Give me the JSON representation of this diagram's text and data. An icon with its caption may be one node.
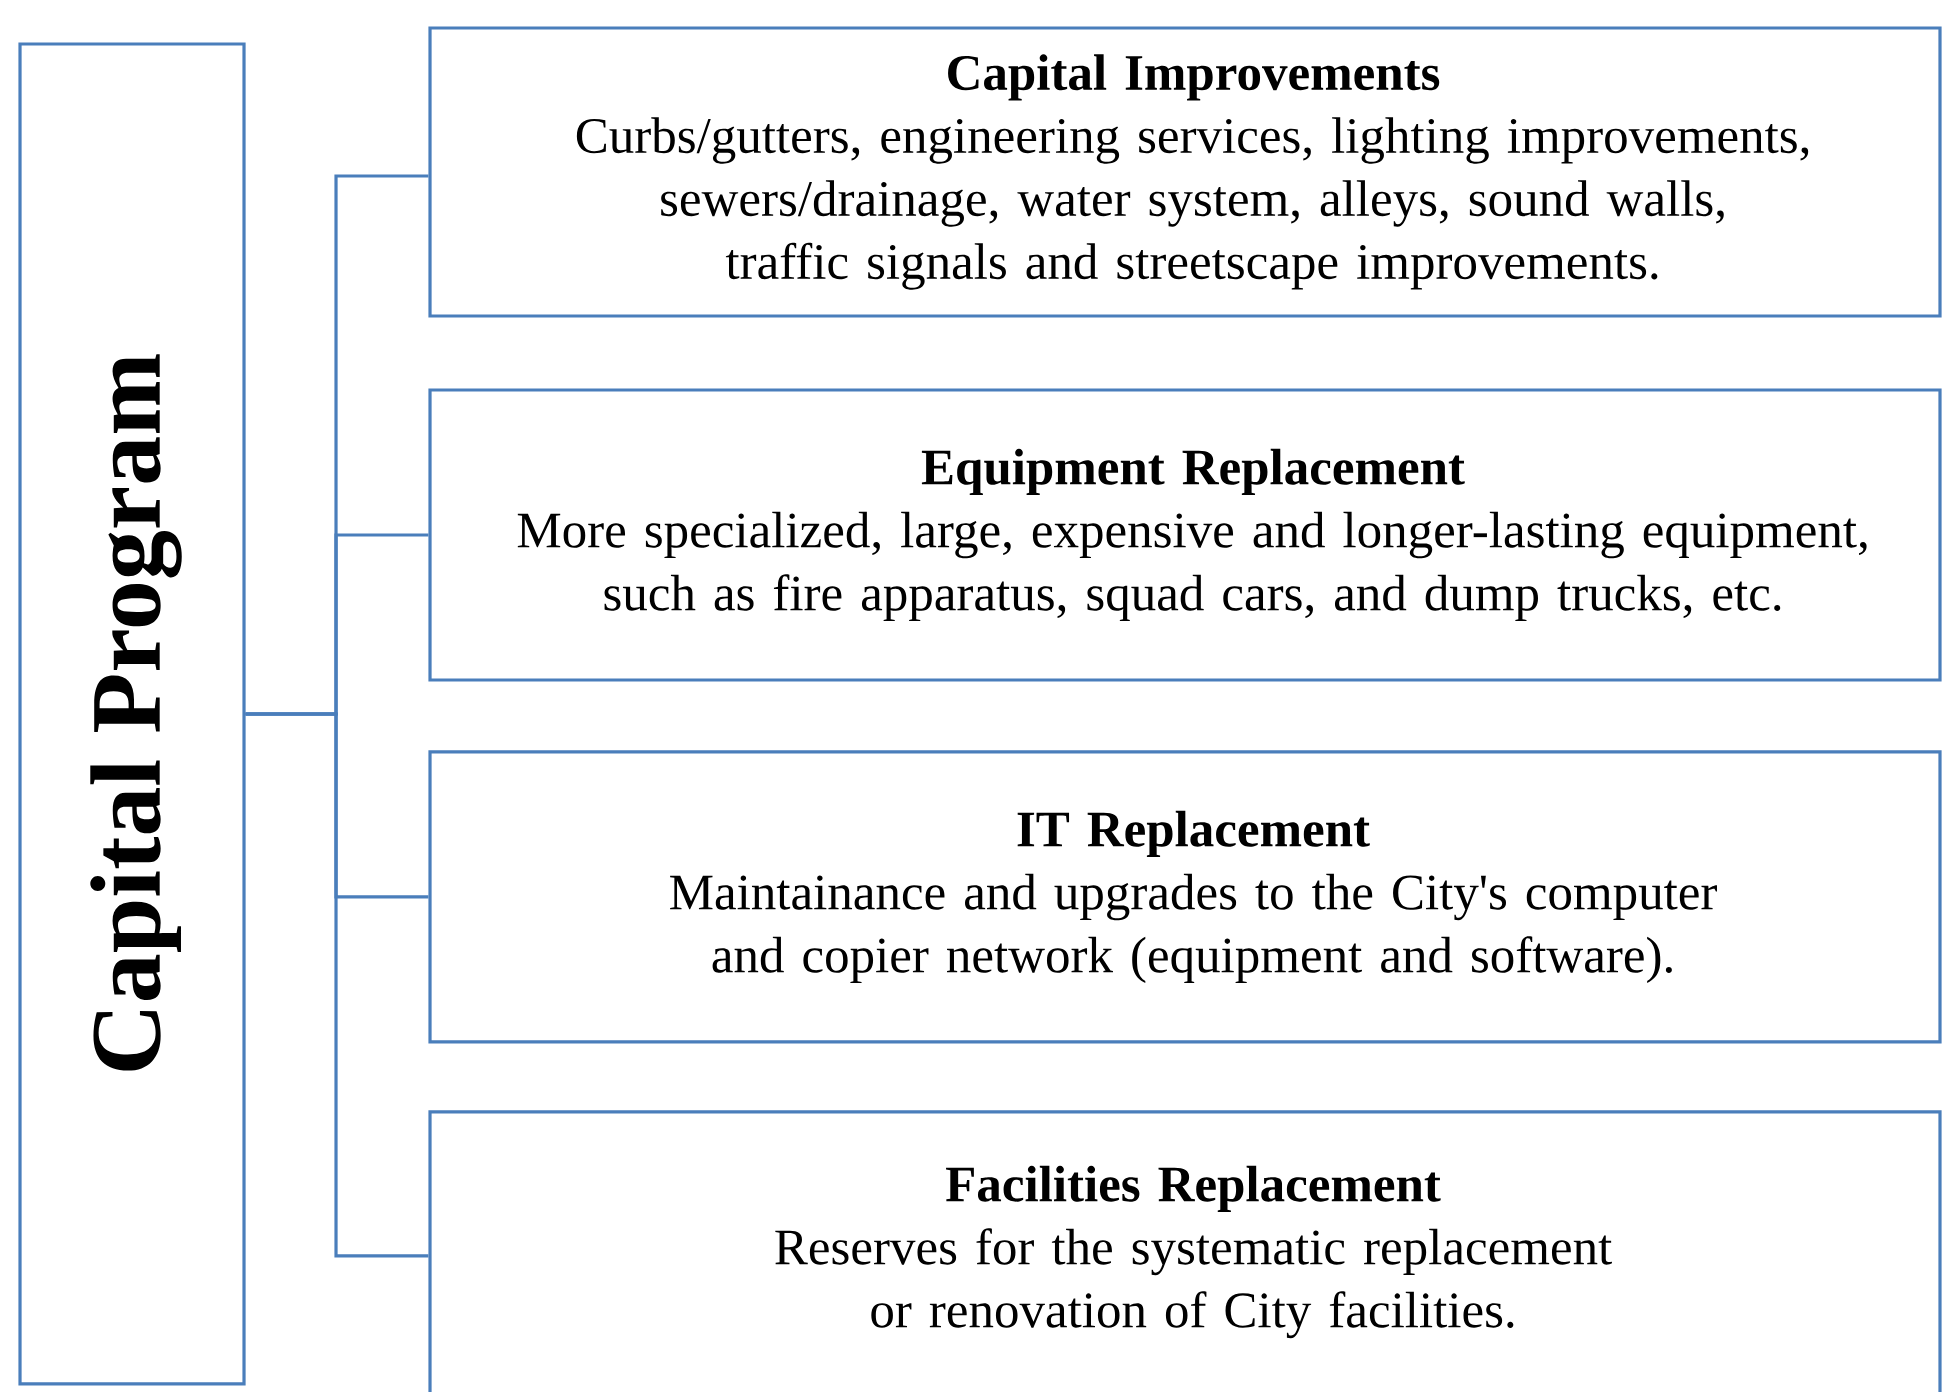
{
  "diagram": {
    "nodes": [
      {
        "text": [
          "Capital Program"
        ]
      },
      {
        "text": [
          "Capital Improvements",
          "Curbs/gutters, engineering services, lighting improvements, sewers/drainage, water system, alleys, sound walls, traffic signals and streetscape improvements."
        ]
      },
      {
        "text": [
          "Equipment Replacement",
          "More specialized, large, expensive and longer-lasting equipment, such as fire apparatus, squad cars, and dump trucks, etc."
        ]
      },
      {
        "text": [
          "IT Replacement",
          "Maintainance and upgrades to the City's computer and copier network (equipment and software)."
        ]
      },
      {
        "text": [
          "Facilities Replacement",
          "Reserves for the systematic replacement or renovation of City facilities."
        ]
      }
    ],
    "edges": [
      {
        "from": 0,
        "to": 1,
        "arrow": "none"
      },
      {
        "from": 0,
        "to": 2,
        "arrow": "none"
      },
      {
        "from": 0,
        "to": 3,
        "arrow": "none"
      },
      {
        "from": 0,
        "to": 4,
        "arrow": "none"
      }
    ]
  }
}
